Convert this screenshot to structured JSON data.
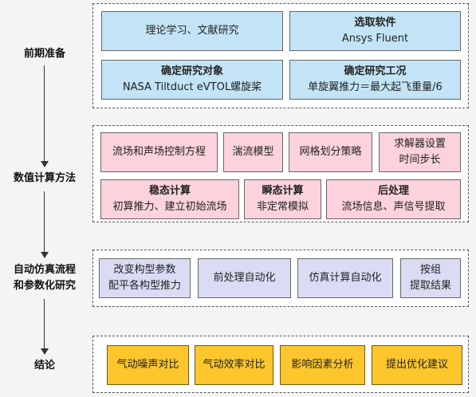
{
  "stages": [
    {
      "label": "前期准备"
    },
    {
      "label": "数值计算方法"
    },
    {
      "label": "自动仿真流程\n和参数化研究"
    },
    {
      "label": "结论"
    }
  ],
  "prep": {
    "theory": {
      "text": "理论学习、文献研究"
    },
    "software": {
      "title": "选取软件",
      "text": "Ansys Fluent"
    },
    "object": {
      "title": "确定研究对象",
      "text": "NASA Tiltduct eVTOL螺旋桨"
    },
    "condition": {
      "title": "确定研究工况",
      "text": "单旋翼推力＝最大起飞重量/6"
    }
  },
  "numerical": {
    "equations": {
      "text": "流场和声场控制方程"
    },
    "turbulence": {
      "text": "湍流模型"
    },
    "mesh": {
      "text": "网格划分策略"
    },
    "solver": {
      "text": "求解器设置\n时间步长"
    },
    "steady": {
      "title": "稳态计算",
      "text": "初算推力、建立初始流场"
    },
    "transient": {
      "title": "瞬态计算",
      "text": "非定常模拟"
    },
    "post": {
      "title": "后处理",
      "text": "流场信息、声信号提取"
    }
  },
  "automation": {
    "config": {
      "text": "改变构型参数\n配平各构型推力"
    },
    "preproc": {
      "text": "前处理自动化"
    },
    "sim": {
      "text": "仿真计算自动化"
    },
    "extract": {
      "text": "按组\n提取结果"
    }
  },
  "conclusion": {
    "noise": {
      "text": "气动噪声对比"
    },
    "efficiency": {
      "text": "气动效率对比"
    },
    "factors": {
      "text": "影响因素分析"
    },
    "suggest": {
      "text": "提出优化建议"
    }
  },
  "colors": {
    "prep_fill": "#c2e4f6",
    "numerical_fill": "#fcd2dc",
    "automation_fill": "#dadcf4",
    "conclusion_fill": "#fcc62c"
  }
}
